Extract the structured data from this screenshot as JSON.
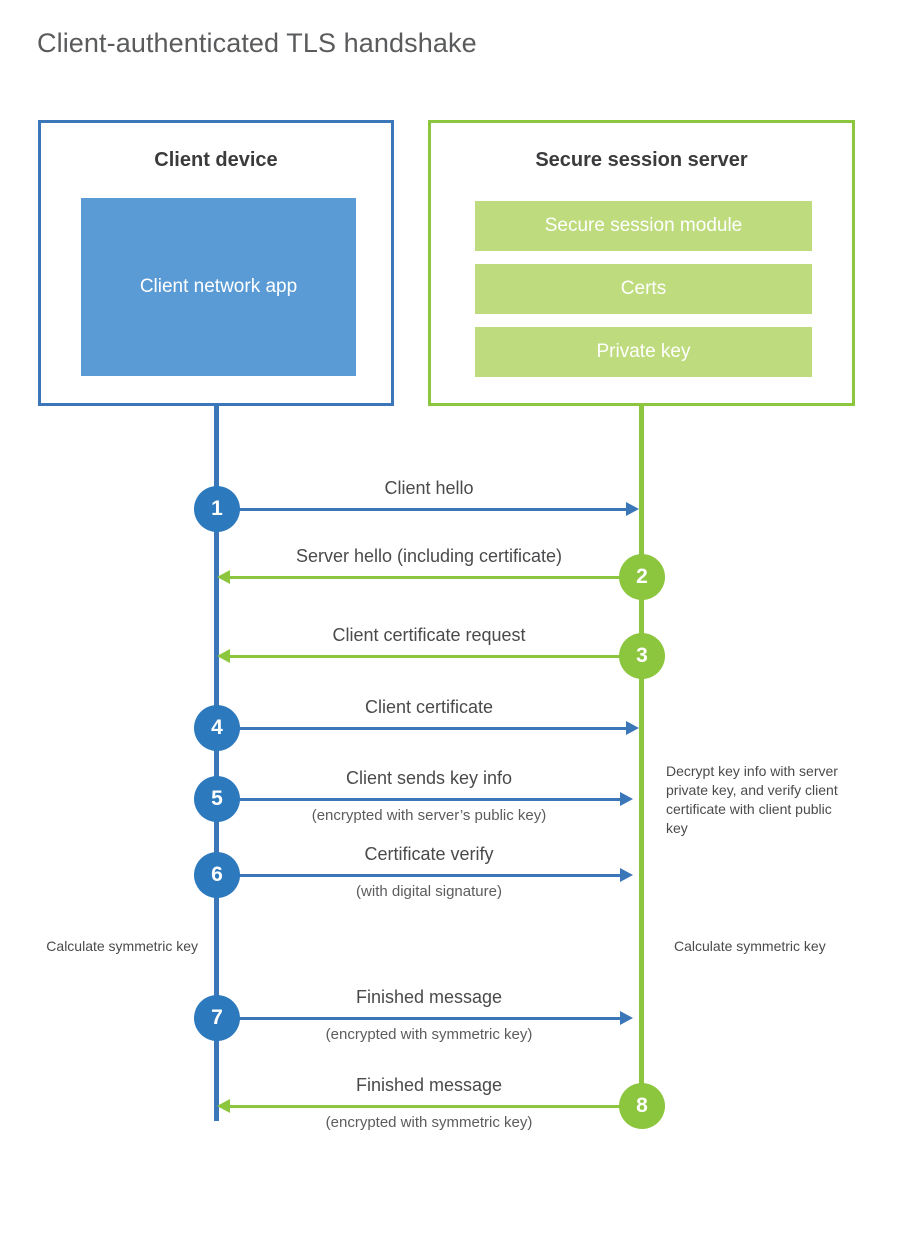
{
  "title": "Client-authenticated TLS handshake",
  "colors": {
    "client_accent": "#3a76b8",
    "client_circle": "#2d79bd",
    "client_app_fill": "#5b9bd5",
    "server_accent": "#8cc63e",
    "server_module_fill": "#bedb7d",
    "title_text": "#5a5b5d",
    "body_text": "#4a4a4c",
    "background": "#ffffff"
  },
  "client": {
    "title": "Client device",
    "app_label": "Client network app"
  },
  "server": {
    "title": "Secure session server",
    "modules": [
      {
        "label": "Secure session module"
      },
      {
        "label": "Certs"
      },
      {
        "label": "Private key"
      }
    ]
  },
  "steps": [
    {
      "number": "1",
      "label": "Client hello",
      "sublabel": "",
      "direction": "client-to-server",
      "actor": "client"
    },
    {
      "number": "2",
      "label": "Server hello (including certificate)",
      "sublabel": "",
      "direction": "server-to-client",
      "actor": "server"
    },
    {
      "number": "3",
      "label": "Client certificate request",
      "sublabel": "",
      "direction": "server-to-client",
      "actor": "server"
    },
    {
      "number": "4",
      "label": "Client certificate",
      "sublabel": "",
      "direction": "client-to-server",
      "actor": "client"
    },
    {
      "number": "5",
      "label": "Client sends key info",
      "sublabel": "(encrypted with server’s public key)",
      "direction": "client-to-server",
      "actor": "client"
    },
    {
      "number": "6",
      "label": "Certificate verify",
      "sublabel": "(with digital signature)",
      "direction": "client-to-server",
      "actor": "client"
    },
    {
      "number": "7",
      "label": "Finished message",
      "sublabel": "(encrypted with symmetric key)",
      "direction": "client-to-server",
      "actor": "client"
    },
    {
      "number": "8",
      "label": "Finished message",
      "sublabel": "(encrypted with symmetric key)",
      "direction": "server-to-client",
      "actor": "server"
    }
  ],
  "notes": {
    "server_decrypt": "Decrypt key info with server private key, and verify client certificate with client public key",
    "client_calculate": "Calculate symmetric key",
    "server_calculate": "Calculate symmetric key"
  }
}
